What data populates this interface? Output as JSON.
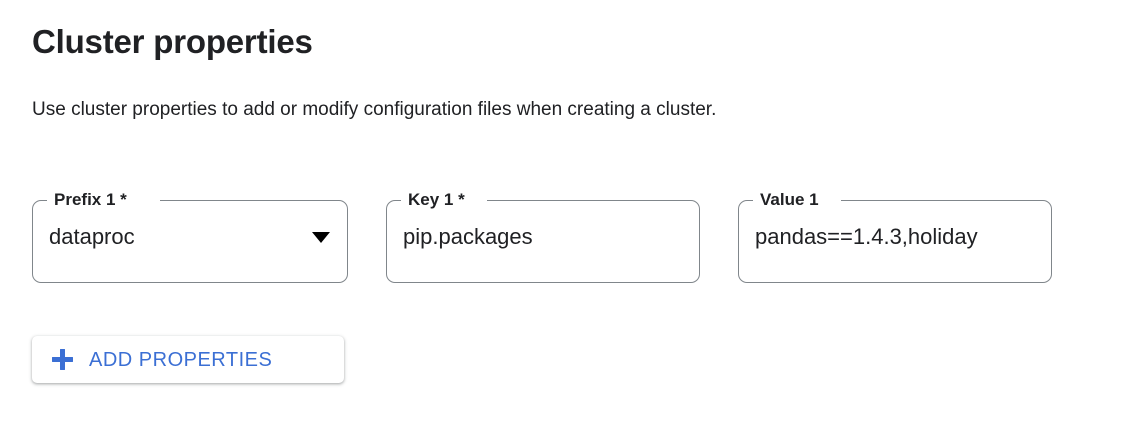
{
  "header": {
    "title": "Cluster properties",
    "description": "Use cluster properties to add or modify configuration files when creating a cluster."
  },
  "fields": [
    {
      "name": "prefix",
      "label": "Prefix 1 *",
      "value": "dataproc",
      "control": "select",
      "required": true,
      "icon": "chevron-down-icon"
    },
    {
      "name": "key",
      "label": "Key 1 *",
      "value": "pip.packages",
      "control": "text",
      "required": true
    },
    {
      "name": "value",
      "label": "Value 1",
      "value": "pandas==1.4.3,holiday",
      "control": "text",
      "required": false
    }
  ],
  "actions": {
    "add_properties_label": "ADD PROPERTIES",
    "add_properties_icon": "plus-icon"
  },
  "colors": {
    "accent_blue": "#3b6fd4",
    "text_primary": "#202124",
    "outline_gray": "#80868b",
    "background": "#ffffff"
  }
}
